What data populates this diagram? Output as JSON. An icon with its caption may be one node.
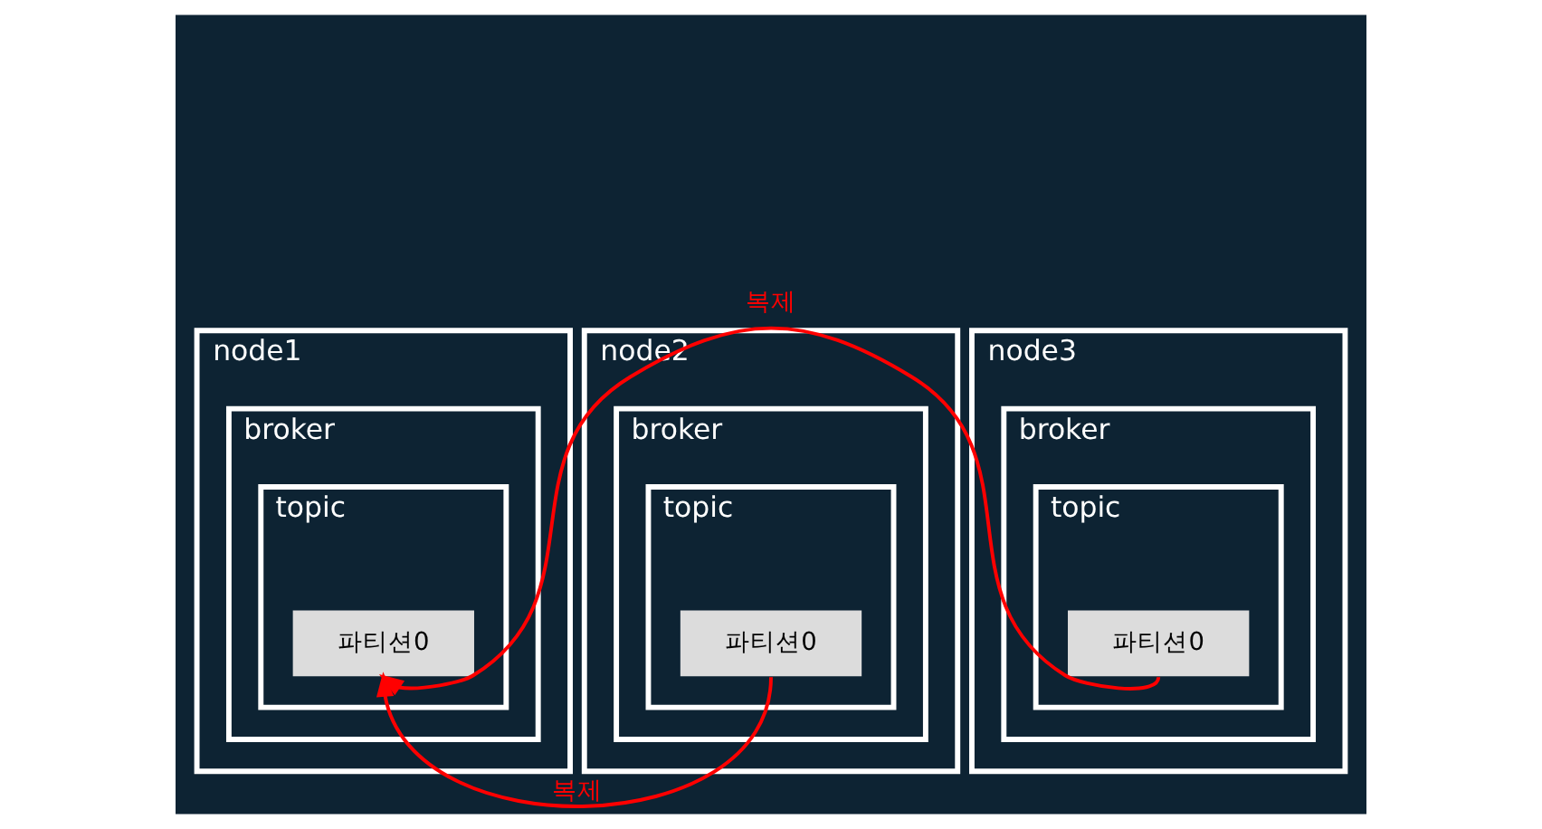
{
  "diagram": {
    "nodes": [
      {
        "text": [
          "node1"
        ]
      },
      {
        "text": [
          "broker"
        ],
        "in": 0
      },
      {
        "text": [
          "topic"
        ],
        "in": 1
      },
      {
        "text": [
          "파티션0"
        ],
        "in": 2
      },
      {
        "text": [
          "node2"
        ]
      },
      {
        "text": [
          "broker"
        ],
        "in": 4
      },
      {
        "text": [
          "topic"
        ],
        "in": 5
      },
      {
        "text": [
          "파티션0"
        ],
        "in": 6
      },
      {
        "text": [
          "node3"
        ]
      },
      {
        "text": [
          "broker"
        ],
        "in": 8
      },
      {
        "text": [
          "topic"
        ],
        "in": 9
      },
      {
        "text": [
          "파티션0"
        ],
        "in": 10
      }
    ],
    "edges": [
      {
        "from": 7,
        "to": 3,
        "arrow": "to",
        "label": "복제",
        "color": "#ff0000"
      },
      {
        "from": 11,
        "to": 3,
        "arrow": "to",
        "label": "복제",
        "color": "#ff0000"
      }
    ]
  }
}
